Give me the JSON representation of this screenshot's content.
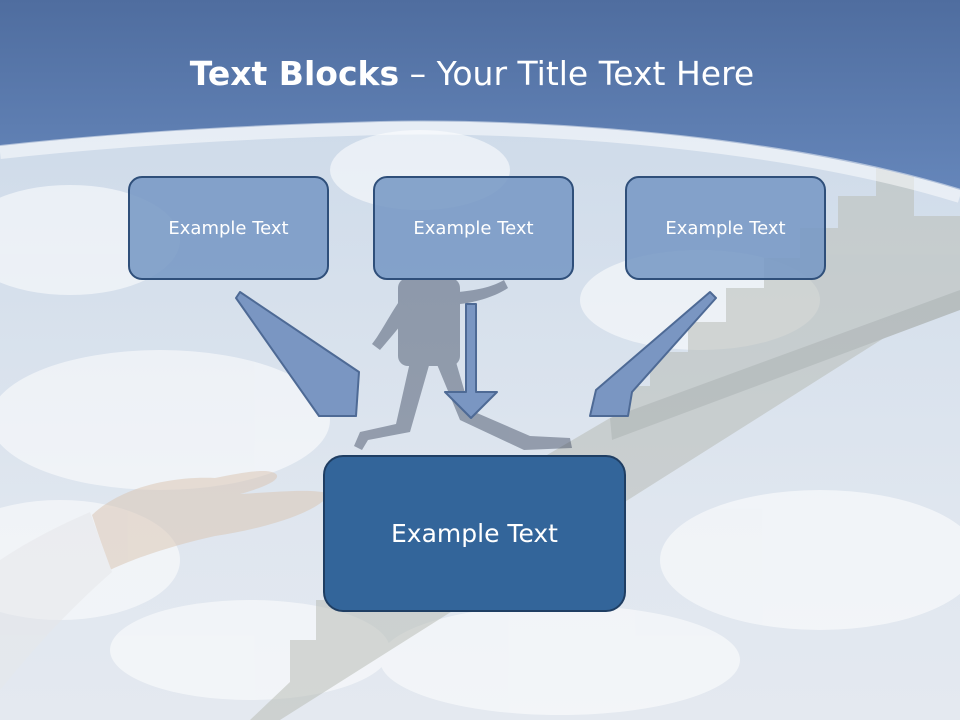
{
  "slide": {
    "title_bold": "Text Blocks",
    "title_dash": " – ",
    "title_rest": "Your Title Text Here"
  },
  "diagram": {
    "source_boxes": [
      {
        "label": "Example Text"
      },
      {
        "label": "Example Text"
      },
      {
        "label": "Example Text"
      }
    ],
    "target_box": {
      "label": "Example Text"
    }
  },
  "colors": {
    "header_blue": "#5a7aaa",
    "box_fill": "#7898c5",
    "box_border": "#2f4f7a",
    "main_box_fill": "#33659a",
    "arrow_fill": "#7a96c2"
  }
}
